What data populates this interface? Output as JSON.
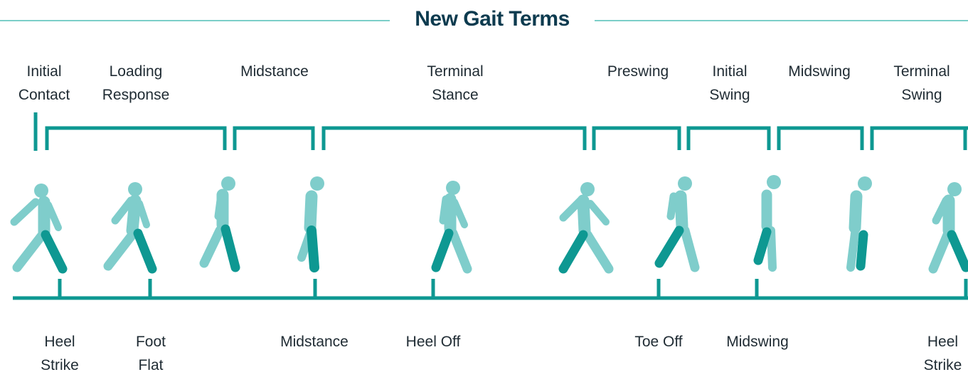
{
  "title": "New Gait Terms",
  "colors": {
    "dark_teal": "#0e9892",
    "light_teal": "#7fcdcb",
    "title_navy": "#0d3b4f",
    "text": "#1f2b33",
    "title_rule": "#7ccfc8"
  },
  "phases": [
    {
      "label": "Initial\nContact"
    },
    {
      "label": "Loading\nResponse"
    },
    {
      "label": "Midstance"
    },
    {
      "label": "Terminal\nStance"
    },
    {
      "label": "Preswing"
    },
    {
      "label": "Initial\nSwing"
    },
    {
      "label": "Midswing"
    },
    {
      "label": "Terminal\nSwing"
    }
  ],
  "events": [
    {
      "label": "Heel\nStrike"
    },
    {
      "label": "Foot\nFlat"
    },
    {
      "label": "Midstance"
    },
    {
      "label": "Heel Off"
    },
    {
      "label": "Toe Off"
    },
    {
      "label": "Midswing"
    },
    {
      "label": "Heel\nStrike"
    }
  ],
  "figures": [
    {
      "pose": "heel-strike"
    },
    {
      "pose": "foot-flat"
    },
    {
      "pose": "loading"
    },
    {
      "pose": "midstance"
    },
    {
      "pose": "terminal-stance"
    },
    {
      "pose": "heel-off"
    },
    {
      "pose": "preswing"
    },
    {
      "pose": "initial-swing"
    },
    {
      "pose": "midswing"
    },
    {
      "pose": "terminal-swing"
    }
  ]
}
